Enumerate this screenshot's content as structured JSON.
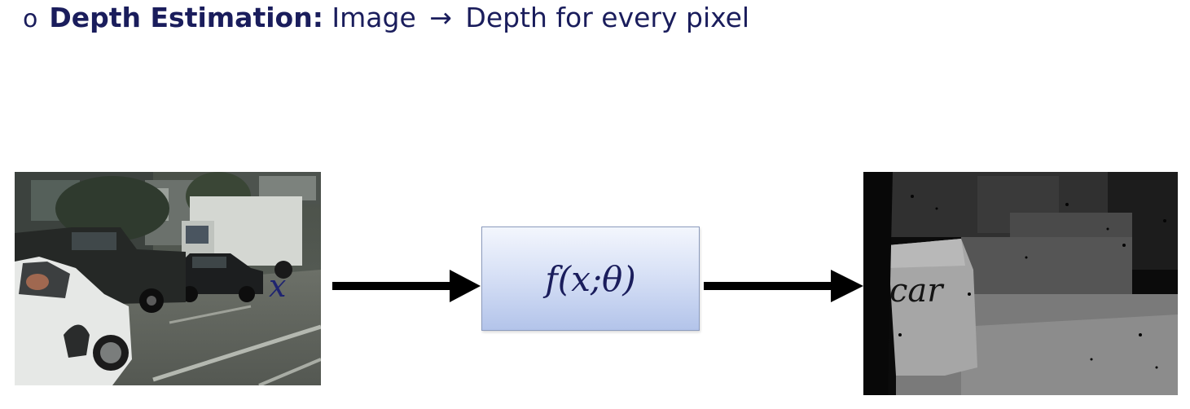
{
  "bullet": {
    "marker": "o",
    "term": "Depth Estimation:",
    "input": "Image",
    "arrow": "→",
    "output": "Depth for every pixel"
  },
  "input_image": {
    "description": "street scene",
    "label": "x"
  },
  "function_box": {
    "text": "f(x;θ)"
  },
  "output_image": {
    "description": "depth map",
    "label": "car"
  },
  "colors": {
    "text": "#1a1d5c",
    "box_top": "#f3f6fd",
    "box_bottom": "#b3c4ea",
    "arrow": "#000000"
  }
}
